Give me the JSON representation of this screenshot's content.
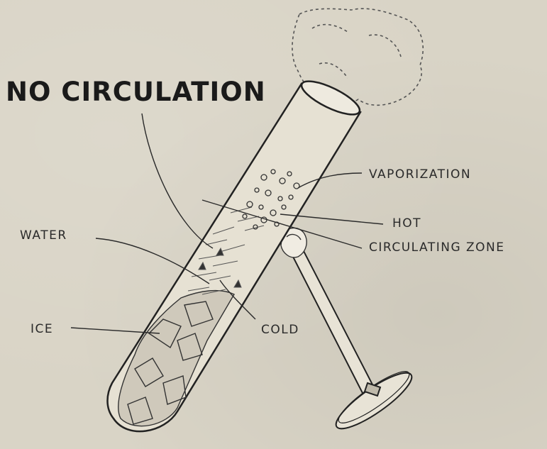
{
  "diagram": {
    "title": "NO CIRCULATION",
    "labels": {
      "vaporization": "VAPORIZATION",
      "hot": "HOT",
      "circulating_zone": "CIRCULATING ZONE",
      "water": "WATER",
      "ice": "ICE",
      "cold": "COLD"
    },
    "colors": {
      "background": "#d9d4c6",
      "ink": "#2a2a2a"
    }
  }
}
